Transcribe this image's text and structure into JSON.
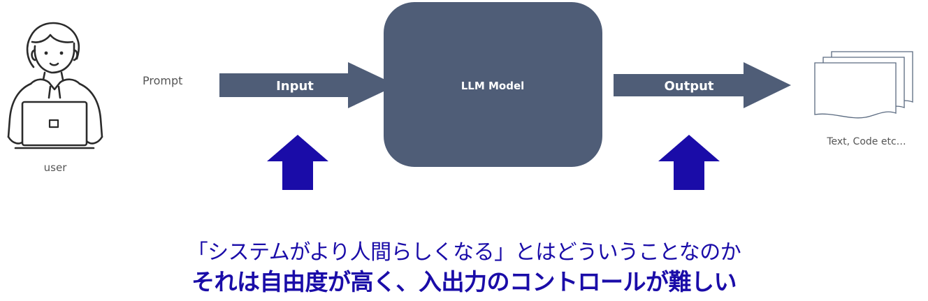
{
  "user_label": "user",
  "prompt_label": "Prompt",
  "input_label": "Input",
  "model_label": "LLM Model",
  "output_label": "Output",
  "result_label": "Text, Code etc…",
  "caption": {
    "line1": "「システムがより人間らしくなる」とはどういうことなのか",
    "line2": "それは自由度が高く、入出力のコントロールが難しい"
  },
  "colors": {
    "flow": "#4f5d77",
    "accent": "#1a0ca8",
    "stroke": "#2b2b2b",
    "doc_stroke": "#5a6a80",
    "text": "#555555"
  }
}
